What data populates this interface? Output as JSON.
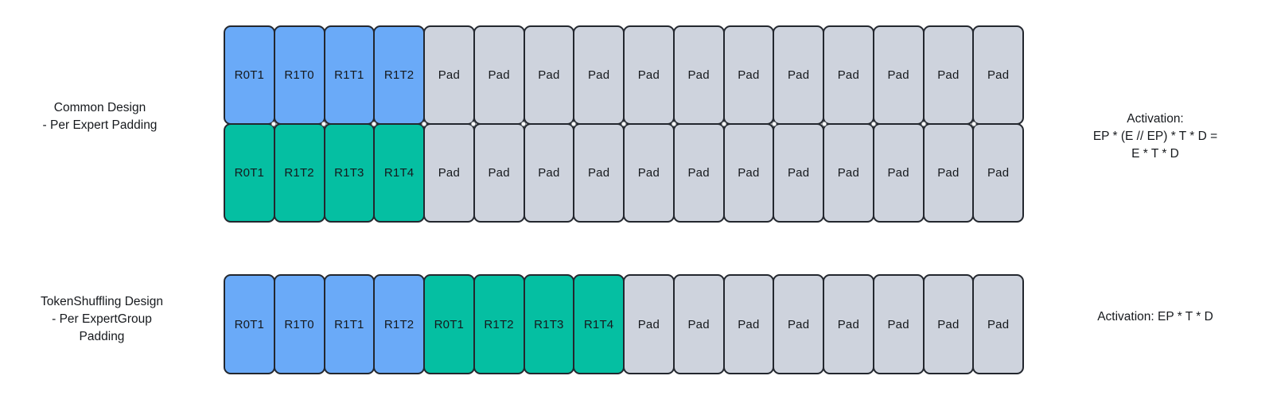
{
  "canvas": {
    "background": "#ffffff"
  },
  "palette": {
    "blue": "#6aaaf8",
    "teal": "#05bfa2",
    "pad": "#ced3dd",
    "border": "#23272e",
    "text": "#16191d",
    "dot_fill": "#ffffff",
    "dot_border": "#565b63"
  },
  "sections": [
    {
      "name": "common-design",
      "label_lines": [
        "Common Design",
        "- Per Expert Padding"
      ],
      "annotation_lines": [
        "Activation:",
        "EP * (E // EP) * T * D =",
        "E * T * D"
      ],
      "show_junction_dots": true,
      "rows": [
        {
          "cells": [
            {
              "label": "R0T1",
              "color": "blue"
            },
            {
              "label": "R1T0",
              "color": "blue"
            },
            {
              "label": "R1T1",
              "color": "blue"
            },
            {
              "label": "R1T2",
              "color": "blue"
            },
            {
              "label": "Pad",
              "color": "pad"
            },
            {
              "label": "Pad",
              "color": "pad"
            },
            {
              "label": "Pad",
              "color": "pad"
            },
            {
              "label": "Pad",
              "color": "pad"
            },
            {
              "label": "Pad",
              "color": "pad"
            },
            {
              "label": "Pad",
              "color": "pad"
            },
            {
              "label": "Pad",
              "color": "pad"
            },
            {
              "label": "Pad",
              "color": "pad"
            },
            {
              "label": "Pad",
              "color": "pad"
            },
            {
              "label": "Pad",
              "color": "pad"
            },
            {
              "label": "Pad",
              "color": "pad"
            },
            {
              "label": "Pad",
              "color": "pad"
            }
          ]
        },
        {
          "cells": [
            {
              "label": "R0T1",
              "color": "teal"
            },
            {
              "label": "R1T2",
              "color": "teal"
            },
            {
              "label": "R1T3",
              "color": "teal"
            },
            {
              "label": "R1T4",
              "color": "teal"
            },
            {
              "label": "Pad",
              "color": "pad"
            },
            {
              "label": "Pad",
              "color": "pad"
            },
            {
              "label": "Pad",
              "color": "pad"
            },
            {
              "label": "Pad",
              "color": "pad"
            },
            {
              "label": "Pad",
              "color": "pad"
            },
            {
              "label": "Pad",
              "color": "pad"
            },
            {
              "label": "Pad",
              "color": "pad"
            },
            {
              "label": "Pad",
              "color": "pad"
            },
            {
              "label": "Pad",
              "color": "pad"
            },
            {
              "label": "Pad",
              "color": "pad"
            },
            {
              "label": "Pad",
              "color": "pad"
            },
            {
              "label": "Pad",
              "color": "pad"
            }
          ]
        }
      ]
    },
    {
      "name": "tokenshuffling-design",
      "label_lines": [
        "TokenShuffling Design",
        "- Per ExpertGroup",
        "Padding"
      ],
      "annotation_lines": [
        "Activation: EP * T * D"
      ],
      "show_junction_dots": false,
      "rows": [
        {
          "cells": [
            {
              "label": "R0T1",
              "color": "blue"
            },
            {
              "label": "R1T0",
              "color": "blue"
            },
            {
              "label": "R1T1",
              "color": "blue"
            },
            {
              "label": "R1T2",
              "color": "blue"
            },
            {
              "label": "R0T1",
              "color": "teal"
            },
            {
              "label": "R1T2",
              "color": "teal"
            },
            {
              "label": "R1T3",
              "color": "teal"
            },
            {
              "label": "R1T4",
              "color": "teal"
            },
            {
              "label": "Pad",
              "color": "pad"
            },
            {
              "label": "Pad",
              "color": "pad"
            },
            {
              "label": "Pad",
              "color": "pad"
            },
            {
              "label": "Pad",
              "color": "pad"
            },
            {
              "label": "Pad",
              "color": "pad"
            },
            {
              "label": "Pad",
              "color": "pad"
            },
            {
              "label": "Pad",
              "color": "pad"
            },
            {
              "label": "Pad",
              "color": "pad"
            }
          ]
        }
      ]
    }
  ]
}
